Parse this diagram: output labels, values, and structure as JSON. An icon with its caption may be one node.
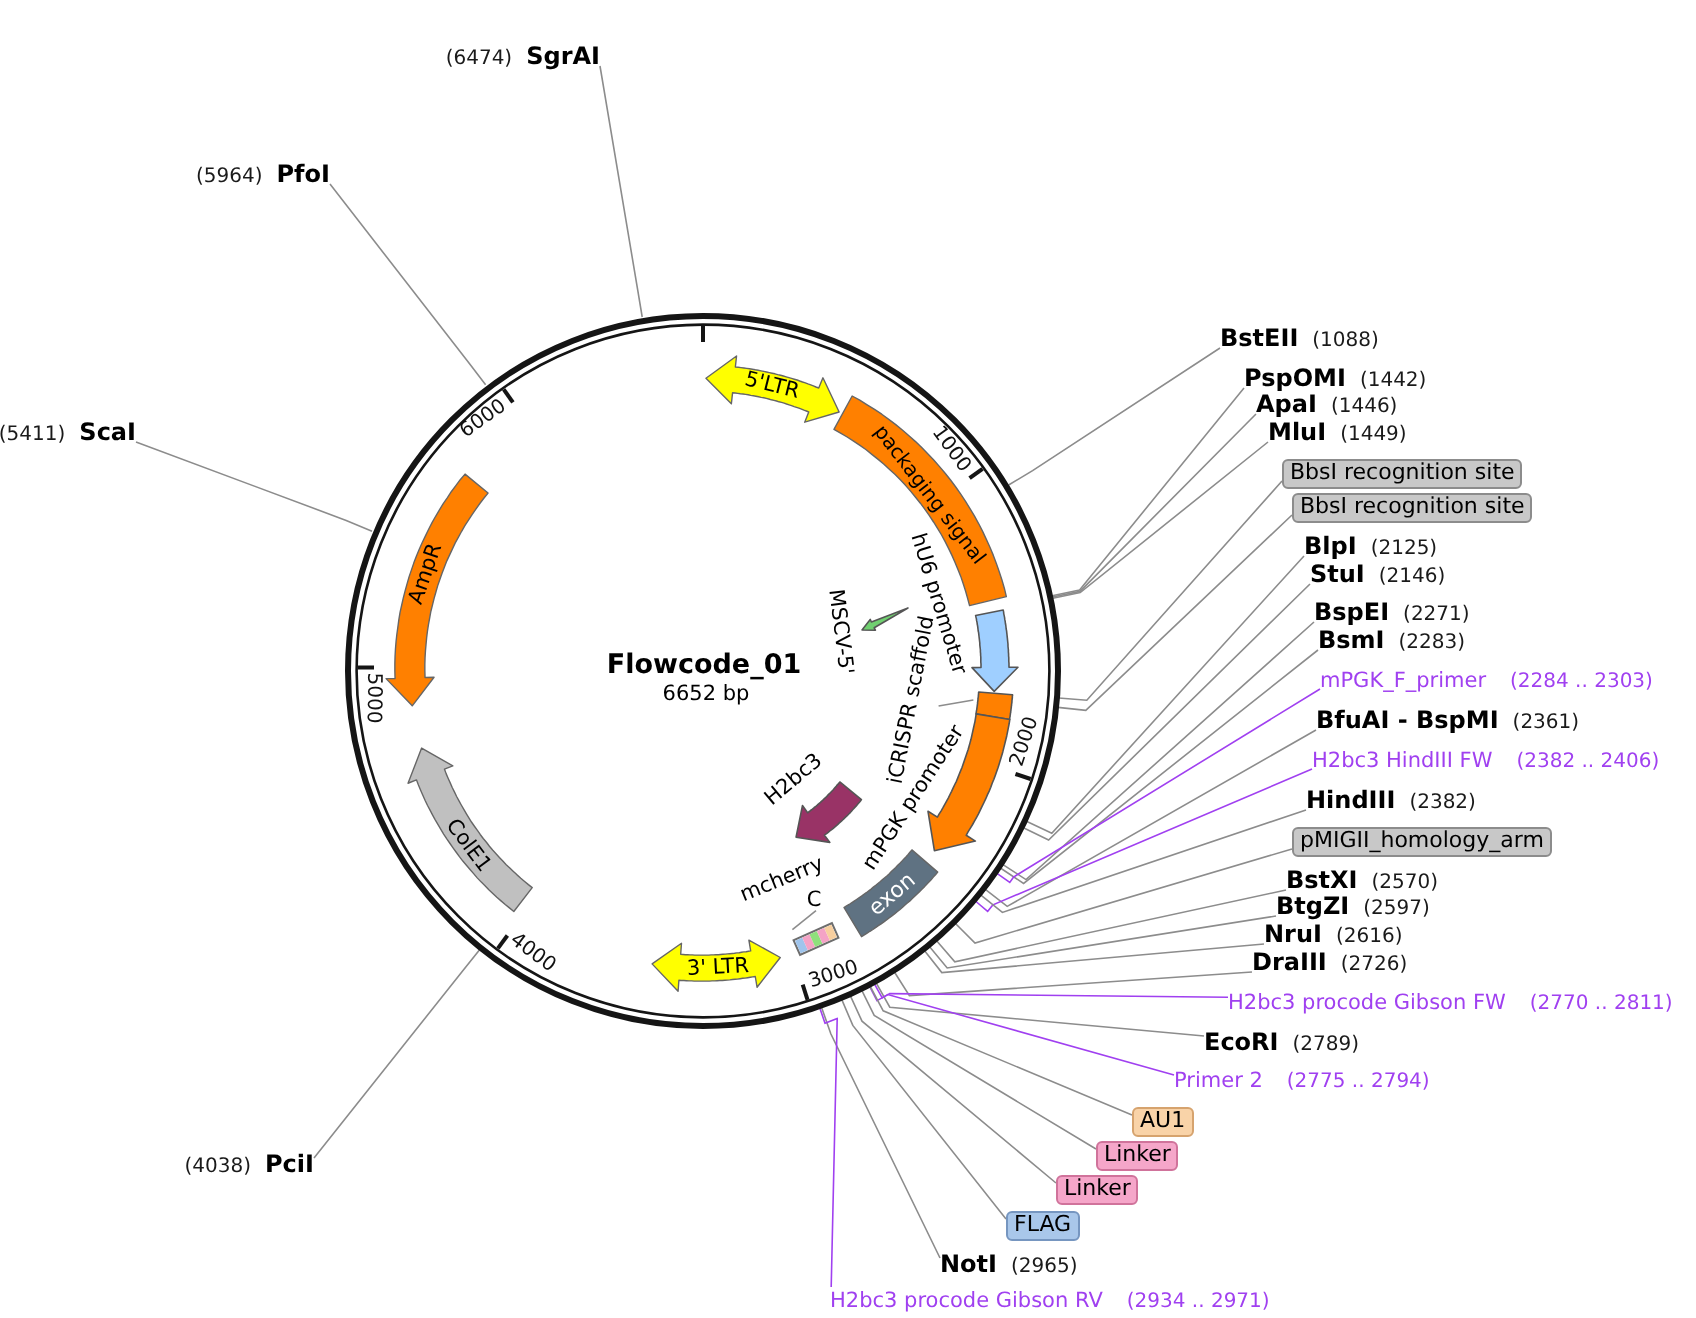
{
  "diagram": {
    "nodes": [
      {
        "text": [
          "Flowcode_01",
          "6652 bp"
        ]
      },
      {
        "text": [
          "5'LTR"
        ],
        "in": 0
      },
      {
        "text": [
          "packaging signal"
        ],
        "in": 0
      },
      {
        "text": [],
        "shape": "arrow",
        "beside": [
          "hU6 promoter"
        ],
        "in": 0
      },
      {
        "text": [],
        "shape": "arrow",
        "beside": [
          "MSCV-5'"
        ],
        "in": 0
      },
      {
        "text": [
          "iCRISPR scaffold"
        ],
        "in": 0
      },
      {
        "text": [],
        "shape": "bar",
        "in": 0
      },
      {
        "text": [],
        "shape": "arrow",
        "beside": [
          "mPGK promoter"
        ],
        "in": 0
      },
      {
        "text": [
          "exon"
        ],
        "in": 0
      },
      {
        "text": [],
        "shape": "arrow",
        "beside": [
          "H2bc3"
        ],
        "in": 0
      },
      {
        "text": [
          "mcherry",
          "C"
        ],
        "in": 0
      },
      {
        "text": [],
        "shape": "box",
        "in": 0
      },
      {
        "text": [
          "3' LTR"
        ],
        "in": 0
      },
      {
        "text": [
          "ColE1"
        ],
        "in": 0
      },
      {
        "text": [
          "AmpR"
        ],
        "in": 0
      },
      {
        "text": [
          "BstEII",
          "(1088)"
        ]
      },
      {
        "text": [
          "PspOMI",
          "(1442)"
        ]
      },
      {
        "text": [
          "ApaI",
          "(1446)"
        ]
      },
      {
        "text": [
          "MluI",
          "(1449)"
        ]
      },
      {
        "text": [
          "BbsI recognition site"
        ]
      },
      {
        "text": [
          "BbsI recognition site"
        ]
      },
      {
        "text": [
          "BlpI",
          "(2125)"
        ]
      },
      {
        "text": [
          "StuI",
          "(2146)"
        ]
      },
      {
        "text": [
          "BspEI",
          "(2271)"
        ]
      },
      {
        "text": [
          "BsmI",
          "(2283)"
        ]
      },
      {
        "text": [
          "mPGK_F_primer",
          "(2284 .. 2303)"
        ]
      },
      {
        "text": [
          "BfuAI - BspMI",
          "(2361)"
        ]
      },
      {
        "text": [
          "H2bc3 HindIII FW",
          "(2382 .. 2406)"
        ]
      },
      {
        "text": [
          "HindIII",
          "(2382)"
        ]
      },
      {
        "text": [
          "pMIGII_homology_arm"
        ]
      },
      {
        "text": [
          "BstXI",
          "(2570)"
        ]
      },
      {
        "text": [
          "BtgZI",
          "(2597)"
        ]
      },
      {
        "text": [
          "NruI",
          "(2616)"
        ]
      },
      {
        "text": [
          "DraIII",
          "(2726)"
        ]
      },
      {
        "text": [
          "H2bc3 procode Gibson FW",
          "(2770 .. 2811)"
        ]
      },
      {
        "text": [
          "EcoRI",
          "(2789)"
        ]
      },
      {
        "text": [
          "Primer 2",
          "(2775 .. 2794)"
        ]
      },
      {
        "text": [
          "AU1"
        ]
      },
      {
        "text": [
          "Linker"
        ]
      },
      {
        "text": [
          "Linker"
        ]
      },
      {
        "text": [
          "FLAG"
        ]
      },
      {
        "text": [
          "NotI",
          "(2965)"
        ]
      },
      {
        "text": [
          "H2bc3 procode Gibson RV",
          "(2934 .. 2971)"
        ]
      },
      {
        "text": [
          "(4038)",
          "PciI"
        ]
      },
      {
        "text": [
          "(5411)",
          "ScaI"
        ]
      },
      {
        "text": [
          "(5964)",
          "PfoI"
        ]
      },
      {
        "text": [
          "(6474)",
          "SgrAI"
        ]
      }
    ],
    "edges": [
      {
        "from": 5,
        "to": 6,
        "arrow": "none"
      },
      {
        "from": 10,
        "to": 11,
        "arrow": "none"
      },
      {
        "from": 15,
        "to": 0,
        "arrow": "none"
      },
      {
        "from": 16,
        "to": 0,
        "arrow": "none"
      },
      {
        "from": 17,
        "to": 0,
        "arrow": "none"
      },
      {
        "from": 18,
        "to": 0,
        "arrow": "none"
      },
      {
        "from": 19,
        "to": 0,
        "arrow": "none"
      },
      {
        "from": 20,
        "to": 0,
        "arrow": "none"
      },
      {
        "from": 21,
        "to": 0,
        "arrow": "none"
      },
      {
        "from": 22,
        "to": 0,
        "arrow": "none"
      },
      {
        "from": 23,
        "to": 0,
        "arrow": "none"
      },
      {
        "from": 24,
        "to": 0,
        "arrow": "none"
      },
      {
        "from": 25,
        "to": 0,
        "arrow": "none",
        "color": "#a040f0"
      },
      {
        "from": 26,
        "to": 0,
        "arrow": "none"
      },
      {
        "from": 27,
        "to": 0,
        "arrow": "none",
        "color": "#a040f0"
      },
      {
        "from": 28,
        "to": 0,
        "arrow": "none"
      },
      {
        "from": 29,
        "to": 0,
        "arrow": "none"
      },
      {
        "from": 30,
        "to": 0,
        "arrow": "none"
      },
      {
        "from": 31,
        "to": 0,
        "arrow": "none"
      },
      {
        "from": 32,
        "to": 0,
        "arrow": "none"
      },
      {
        "from": 33,
        "to": 0,
        "arrow": "none"
      },
      {
        "from": 34,
        "to": 0,
        "arrow": "none",
        "color": "#a040f0"
      },
      {
        "from": 35,
        "to": 0,
        "arrow": "none"
      },
      {
        "from": 36,
        "to": 0,
        "arrow": "none",
        "color": "#a040f0"
      },
      {
        "from": 37,
        "to": 0,
        "arrow": "none"
      },
      {
        "from": 38,
        "to": 0,
        "arrow": "none"
      },
      {
        "from": 39,
        "to": 0,
        "arrow": "none"
      },
      {
        "from": 40,
        "to": 0,
        "arrow": "none"
      },
      {
        "from": 41,
        "to": 0,
        "arrow": "none"
      },
      {
        "from": 42,
        "to": 0,
        "arrow": "none",
        "color": "#a040f0"
      },
      {
        "from": 43,
        "to": 0,
        "arrow": "none"
      },
      {
        "from": 44,
        "to": 0,
        "arrow": "none"
      },
      {
        "from": 45,
        "to": 0,
        "arrow": "none"
      },
      {
        "from": 46,
        "to": 0,
        "arrow": "none"
      }
    ],
    "labels": [
      "1000",
      "2000",
      "3000",
      "4000",
      "5000",
      "6000"
    ]
  }
}
